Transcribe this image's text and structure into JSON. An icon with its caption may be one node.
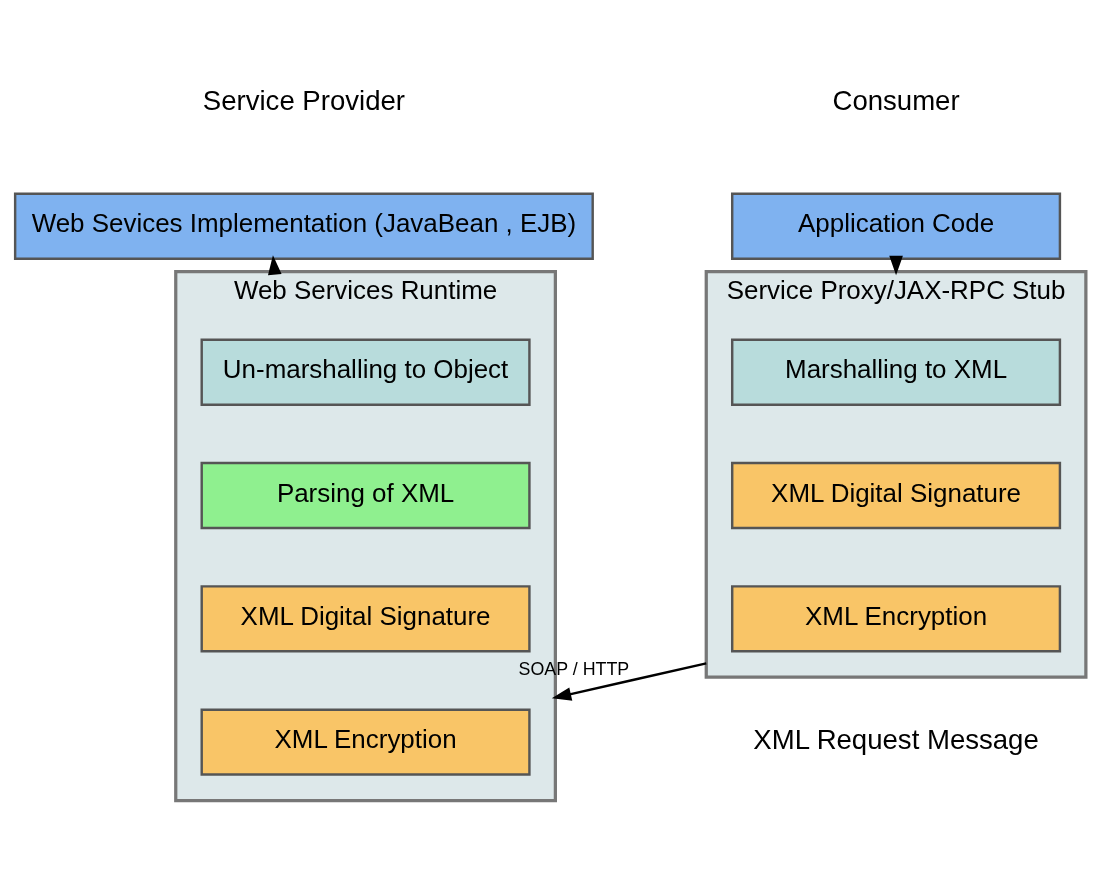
{
  "diagram": {
    "nodes": [
      {
        "text": [
          "Application Code"
        ]
      },
      {
        "text": [
          "Service Proxy/JAX-RPC Stub"
        ]
      },
      {
        "text": [
          "Marshalling to XML"
        ],
        "in": 1
      },
      {
        "text": [
          "XML Digital Signature"
        ],
        "in": 1
      },
      {
        "text": [
          "XML Encryption"
        ],
        "in": 1
      },
      {
        "text": [
          "Web Sevices Implementation (JavaBean , EJB)"
        ]
      },
      {
        "text": [
          "Web Services Runtime"
        ]
      },
      {
        "text": [
          "Un-marshalling to Object"
        ],
        "in": 6
      },
      {
        "text": [
          "Parsing of XML"
        ],
        "in": 6
      },
      {
        "text": [
          "XML Digital Signature"
        ],
        "in": 6
      },
      {
        "text": [
          "XML Encryption"
        ],
        "in": 6
      }
    ],
    "edges": [
      {
        "from": 0,
        "to": 1,
        "arrow": "to"
      },
      {
        "from": 6,
        "to": 5,
        "arrow": "to"
      },
      {
        "from": 1,
        "to": 6,
        "arrow": "to",
        "label": "SOAP / HTTP"
      }
    ],
    "labels": [
      "Consumer",
      "Service Provider",
      "XML Request Message"
    ]
  }
}
